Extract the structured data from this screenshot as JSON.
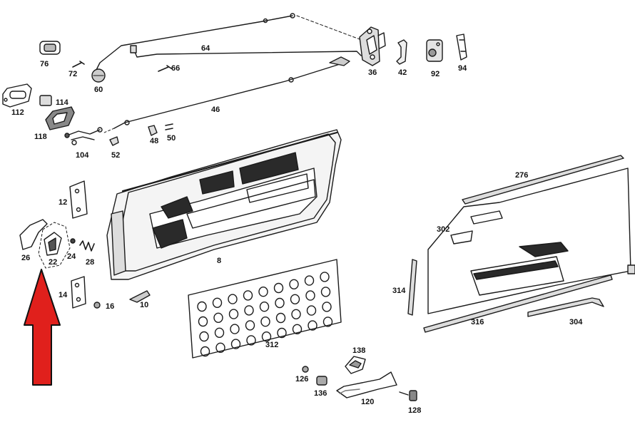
{
  "diagram": {
    "part_numbers": {
      "p8": "8",
      "p10": "10",
      "p12": "12",
      "p14": "14",
      "p16": "16",
      "p22": "22",
      "p24": "24",
      "p26": "26",
      "p28": "28",
      "p36": "36",
      "p42": "42",
      "p46": "46",
      "p48": "48",
      "p50": "50",
      "p52": "52",
      "p60": "60",
      "p64": "64",
      "p66": "66",
      "p72": "72",
      "p76": "76",
      "p92": "92",
      "p94": "94",
      "p104": "104",
      "p112": "112",
      "p114": "114",
      "p118": "118",
      "p120": "120",
      "p126": "126",
      "p128": "128",
      "p136": "136",
      "p138": "138",
      "p276": "276",
      "p302": "302",
      "p304": "304",
      "p312": "312",
      "p314": "314",
      "p316": "316"
    },
    "colors": {
      "arrow": "#e0201c",
      "line": "#1a1a1a",
      "shade": "#2a2a2a"
    }
  }
}
